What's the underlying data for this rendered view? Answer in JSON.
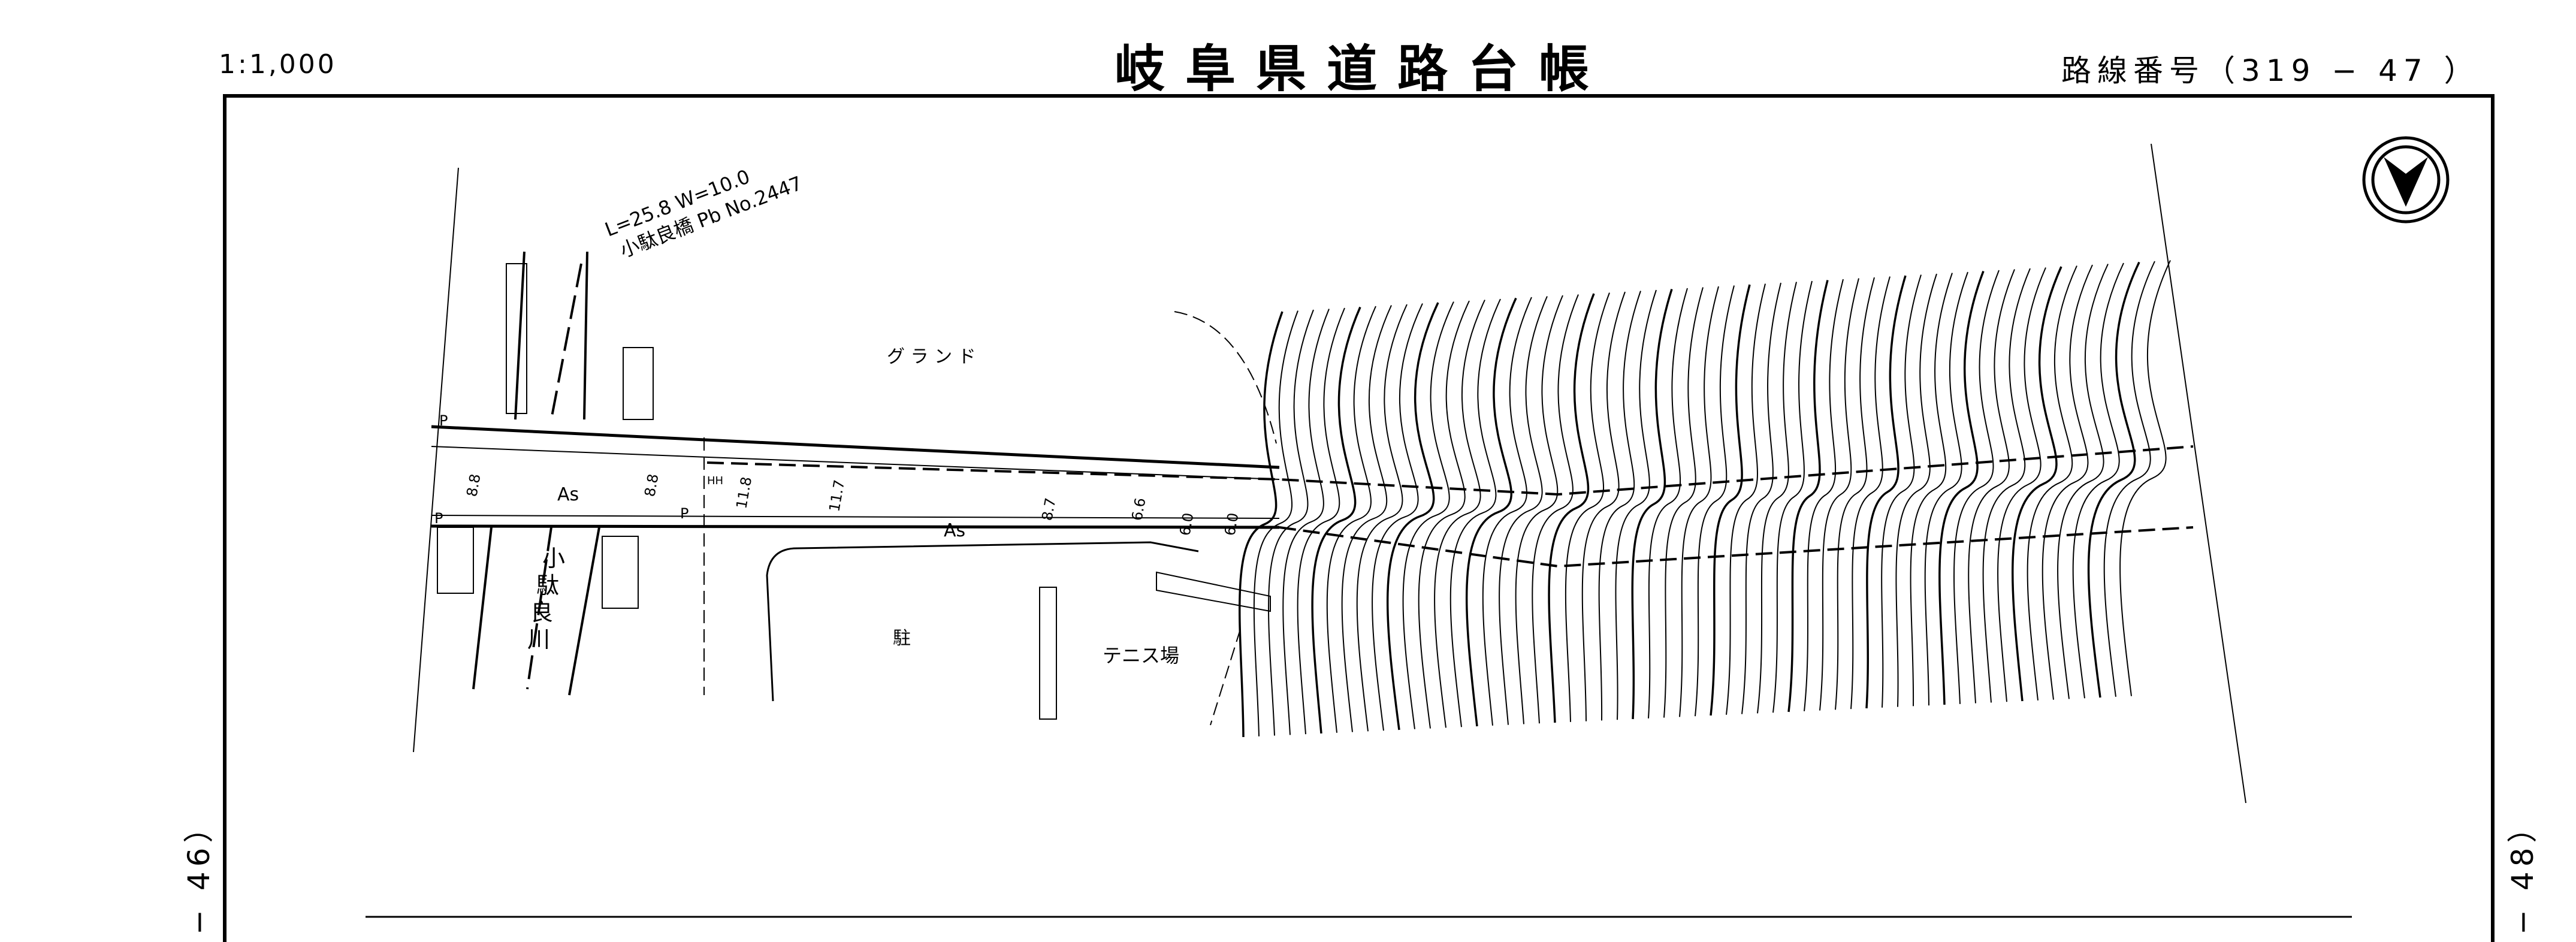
{
  "header": {
    "scale": "1:1,000",
    "title": "岐阜県道路台帳",
    "route_label": "路線番号（319 − 47 ）"
  },
  "sheet_links": {
    "previous": "− 46）",
    "next": "− 48）"
  },
  "map_labels": {
    "bridge_dims": "L=25.8   W=10.0",
    "bridge_name": "小駄良橋   Pb  No.2447",
    "ground": "グ ラ ン ド",
    "tennis": "テニス場",
    "river": [
      "小",
      "駄",
      "良",
      "川"
    ],
    "surface_1": "As",
    "surface_2": "As",
    "parking": "駐",
    "pole_1": "P",
    "pole_2": "P",
    "pole_3": "P",
    "handhole": "HH",
    "width_1": "8.8",
    "width_2": "8.8",
    "width_3": "11.8",
    "width_4": "11.7",
    "width_5": "8.7",
    "width_6": "6.6",
    "width_7": "6.0",
    "width_8": "6.0"
  },
  "north_arrow": "north-arrow-icon"
}
